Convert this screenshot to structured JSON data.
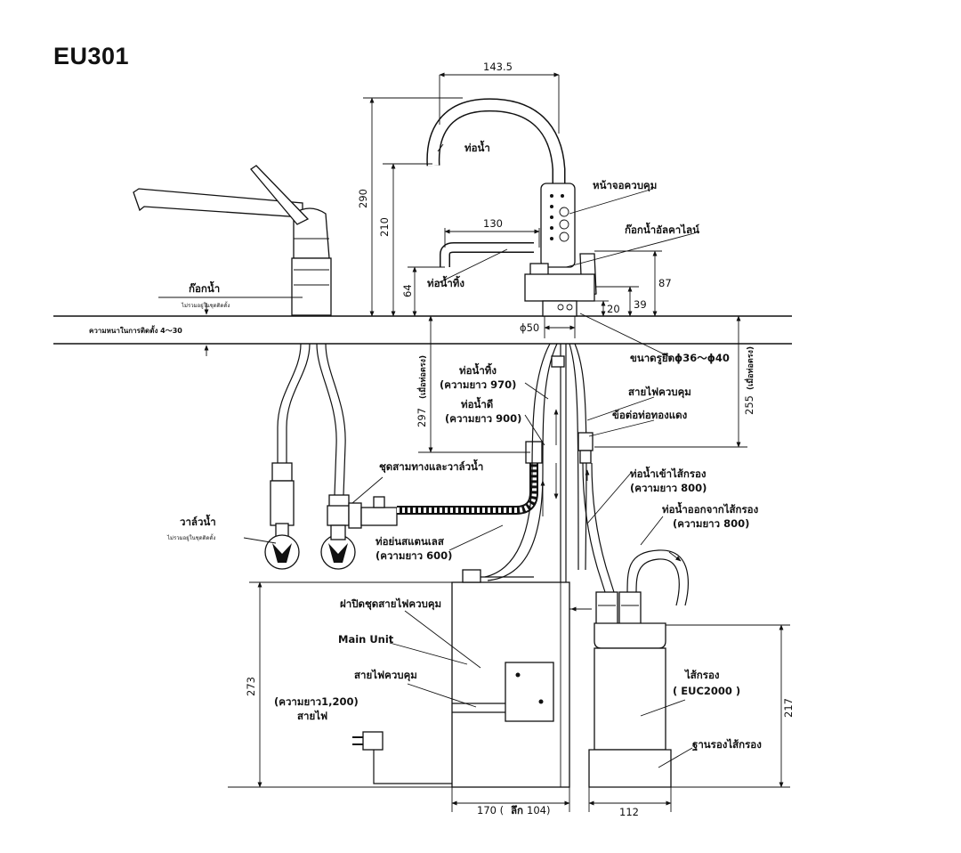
{
  "title": "EU301",
  "labels": {
    "faucet_pipe": "ท่อน้ำ",
    "control_panel": "หน้าจอควบคุม",
    "alkaline_faucet": "ก๊อกน้ำอัลคาไลน์",
    "waste_pipe": "ท่อน้ำทิ้ง",
    "existing_faucet": "ก๊อกน้ำ",
    "existing_faucet_note": "ไม่รวมอยู่ในชุดติดตั้ง",
    "counter_thickness": "ความหนาในการติดตั้ง 4～30",
    "hole_size": "ขนาดรูยึดϕ36～ϕ40",
    "waste_hose": "ท่อน้ำทิ้ง",
    "waste_hose_length": "(ความยาว 970)",
    "clean_hose": "ท่อน้ำดี",
    "clean_hose_length": "(ความยาว 900)",
    "control_cable": "สายไฟควบคุม",
    "copper_joint": "ข้อต่อท่อทองแดง",
    "tee_valve": "ชุดสามทางและวาล์วน้ำ",
    "water_valve": "วาล์วน้ำ",
    "water_valve_note": "ไม่รวมอยู่ในชุดติดตั้ง",
    "flex_hose": "ท่อย่นสแตนเลส",
    "flex_hose_length": "(ความยาว 600)",
    "filter_in": "ท่อน้ำเข้าไส้กรอง",
    "filter_in_length": "(ความยาว 800)",
    "filter_out": "ท่อน้ำออกจากไส้กรอง",
    "filter_out_length": "(ความยาว 800)",
    "cable_cover": "ฝาปิดชุดสายไฟควบคุม",
    "main_unit": "Main Unit",
    "control_cable_2": "สายไฟควบคุม",
    "power_length": "(ความยาว1,200)",
    "power_cord": "สายไฟ",
    "filter": "ไส้กรอง",
    "filter_model": "( EUC2000 )",
    "filter_base": "ฐานรองไส้กรอง",
    "straight_note_1": "(เมื่อท่อตรง)",
    "straight_note_2": "(เมื่อท่อตรง)"
  },
  "dimensions": {
    "spout_reach": "143.5",
    "height_total": "290",
    "height_spout": "210",
    "waste_reach": "130",
    "waste_height": "64",
    "faucet_h87": "87",
    "faucet_h39": "39",
    "faucet_h20": "20",
    "base_dia": "ϕ50",
    "below_297": "297",
    "below_255": "255",
    "unit_height": "273",
    "filter_height": "217",
    "unit_width": "170 (",
    "unit_depth_label": "ลึก",
    "unit_depth": "104)",
    "filter_width": "112"
  }
}
